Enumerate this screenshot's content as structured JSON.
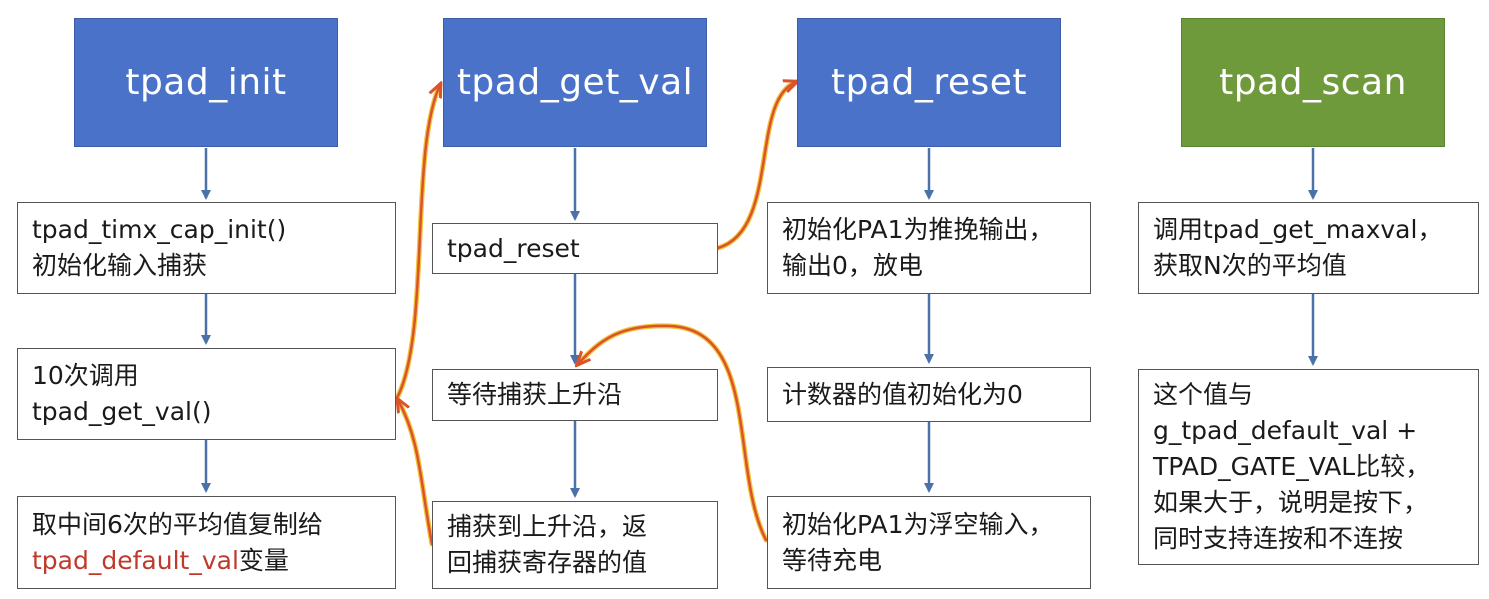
{
  "columns": [
    {
      "header": "tpad_init",
      "header_color": "#4a72c8",
      "steps": [
        {
          "lines": [
            "tpad_timx_cap_init()",
            "初始化输入捕获"
          ]
        },
        {
          "lines": [
            "10次调用",
            "tpad_get_val()"
          ]
        },
        {
          "lines": [
            "取中间6次的平均值复制给"
          ],
          "tail_red": "tpad_default_val",
          "tail_rest": "变量"
        }
      ]
    },
    {
      "header": "tpad_get_val",
      "header_color": "#4a72c8",
      "steps": [
        {
          "lines": [
            "tpad_reset"
          ]
        },
        {
          "lines": [
            "等待捕获上升沿"
          ]
        },
        {
          "lines": [
            "捕获到上升沿，返",
            "回捕获寄存器的值"
          ]
        }
      ]
    },
    {
      "header": "tpad_reset",
      "header_color": "#4a72c8",
      "steps": [
        {
          "lines": [
            "初始化PA1为推挽输出，",
            "输出0，放电"
          ]
        },
        {
          "lines": [
            "计数器的值初始化为0"
          ]
        },
        {
          "lines": [
            "初始化PA1为浮空输入，",
            "等待充电"
          ]
        }
      ]
    },
    {
      "header": "tpad_scan",
      "header_color": "#6f9a3c",
      "steps": [
        {
          "lines": [
            "调用tpad_get_maxval，",
            "获取N次的平均值"
          ]
        },
        {
          "lines": [
            "这个值与",
            "g_tpad_default_val +",
            "TPAD_GATE_VAL比较，",
            "如果大于，说明是按下，",
            "同时支持连按和不连按"
          ]
        }
      ]
    }
  ],
  "colors": {
    "arrow_blue": "#4a72a8",
    "arrow_red": "#d9532b",
    "arrow_yellow": "#f3c23a"
  }
}
